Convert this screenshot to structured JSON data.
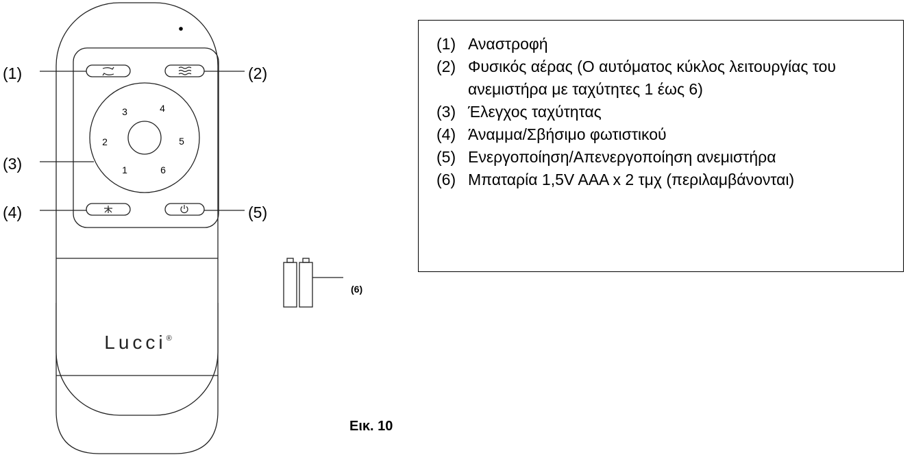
{
  "remote": {
    "brand": "Lucci",
    "brand_mark": "®",
    "speed_buttons": [
      "1",
      "2",
      "3",
      "4",
      "5",
      "6"
    ],
    "icons": {
      "button_1": "reverse-icon",
      "button_2": "natural-breeze-icon",
      "button_4": "light-icon",
      "button_5": "power-icon"
    }
  },
  "callouts": {
    "c1": "(1)",
    "c2": "(2)",
    "c3": "(3)",
    "c4": "(4)",
    "c5": "(5)",
    "c6": "(6)"
  },
  "legend": {
    "items": [
      {
        "num": "(1)",
        "text": "Αναστροφή"
      },
      {
        "num": "(2)",
        "text": "Φυσικός αέρας (Ο αυτόματος κύκλος λειτουργίας του ανεμιστήρα με ταχύτητες 1 έως 6)"
      },
      {
        "num": "(3)",
        "text": "Έλεγχος ταχύτητας"
      },
      {
        "num": "(4)",
        "text": "Άναμμα/Σβήσιμο φωτιστικού"
      },
      {
        "num": "(5)",
        "text": "Ενεργοποίηση/Απενεργοποίηση ανεμιστήρα"
      },
      {
        "num": "(6)",
        "text": "Μπαταρία 1,5V AAA x 2 τμχ (περιλαμβάνονται)"
      }
    ]
  },
  "caption": "Εικ. 10"
}
